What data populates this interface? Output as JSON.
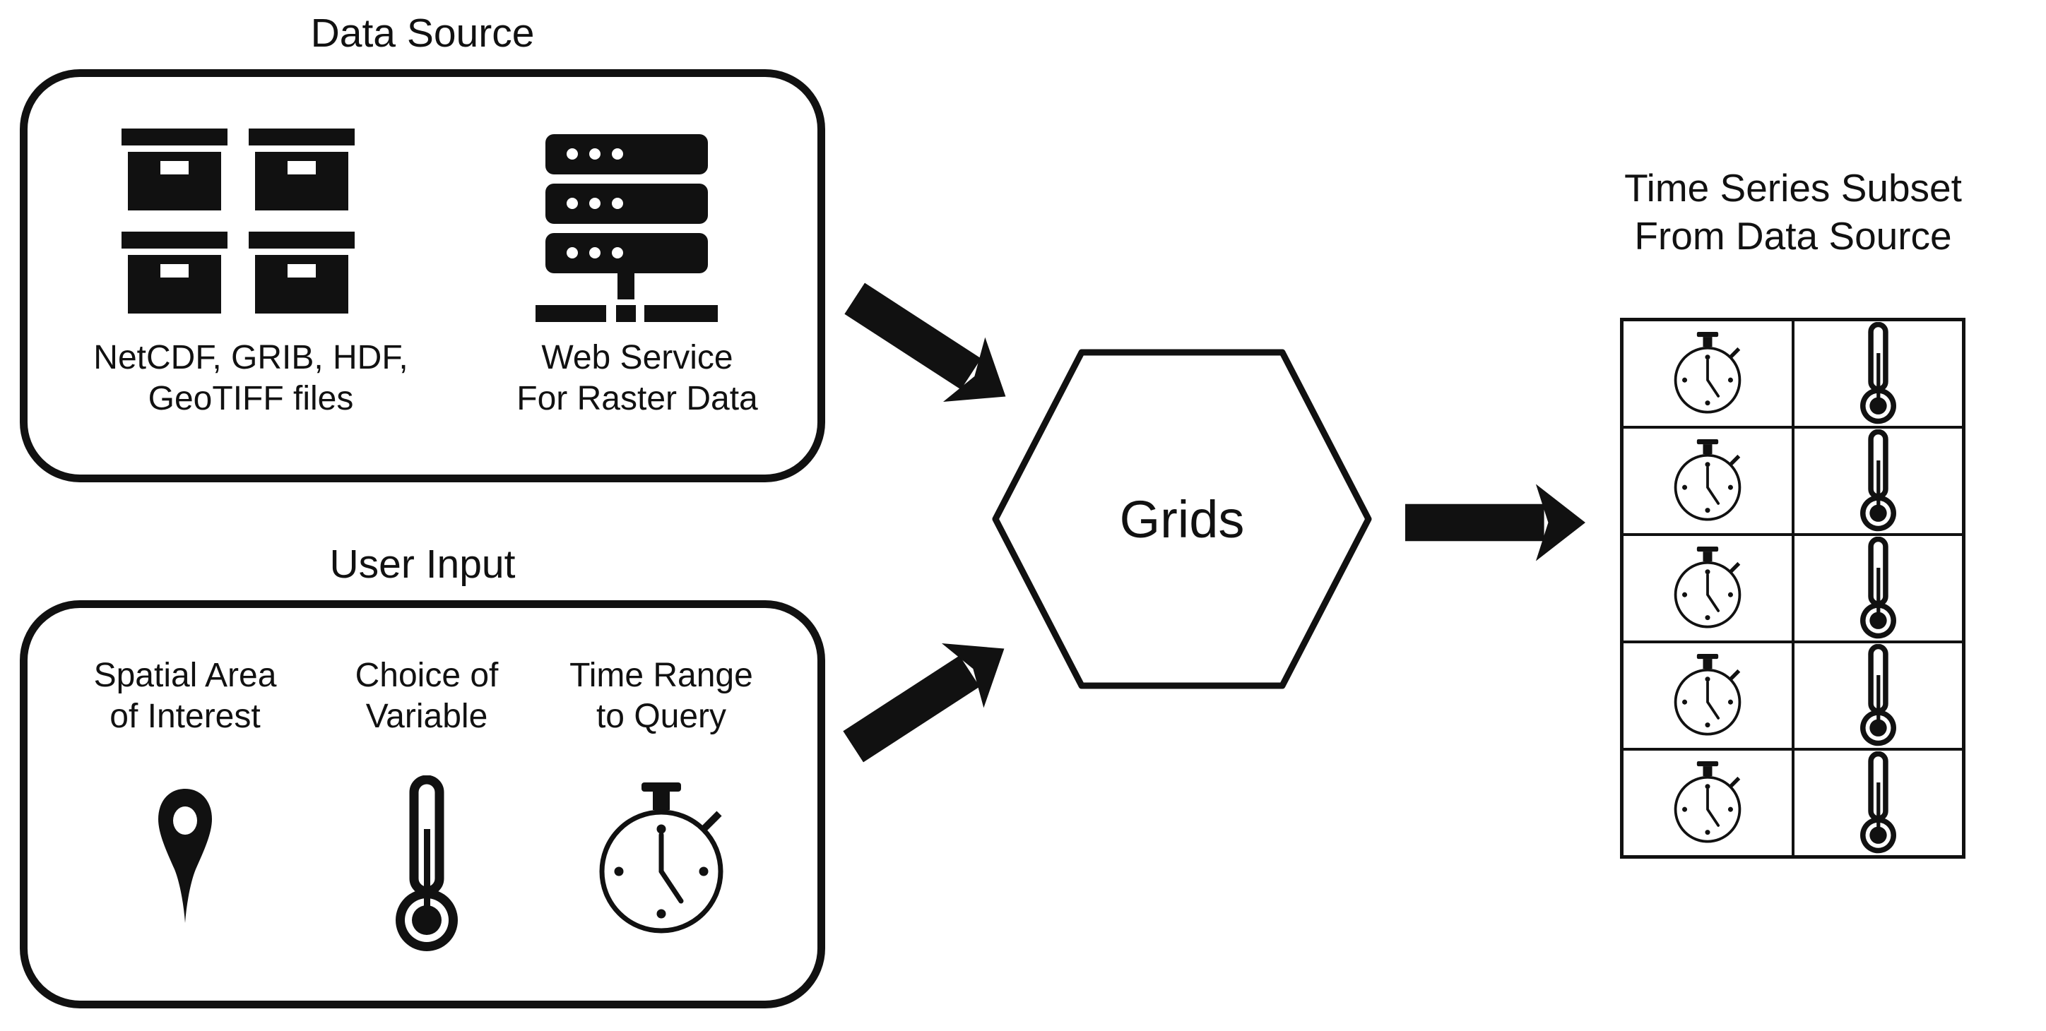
{
  "colors": {
    "ink": "#111111",
    "background": "#ffffff"
  },
  "data_source": {
    "title": "Data Source",
    "files_label": [
      "NetCDF, GRIB, HDF,",
      "GeoTIFF files"
    ],
    "files_icon": "archive-boxes",
    "service_label": [
      "Web Service",
      "For Raster Data"
    ],
    "service_icon": "server-stack"
  },
  "user_input": {
    "title": "User Input",
    "items": [
      {
        "icon": "location-pin",
        "label": [
          "Spatial Area",
          "of Interest"
        ]
      },
      {
        "icon": "thermometer",
        "label": [
          "Choice of",
          "Variable"
        ]
      },
      {
        "icon": "stopwatch",
        "label": [
          "Time Range",
          "to Query"
        ]
      }
    ]
  },
  "process": {
    "shape": "hexagon",
    "label": "Grids"
  },
  "arrows": [
    {
      "name": "data-source-to-grids",
      "direction": "down-right"
    },
    {
      "name": "user-input-to-grids",
      "direction": "up-right"
    },
    {
      "name": "grids-to-output",
      "direction": "right"
    }
  ],
  "output": {
    "title": [
      "Time Series Subset",
      "From Data Source"
    ],
    "table": {
      "row_count": 5,
      "columns": [
        {
          "icon": "stopwatch"
        },
        {
          "icon": "thermometer"
        }
      ]
    }
  }
}
